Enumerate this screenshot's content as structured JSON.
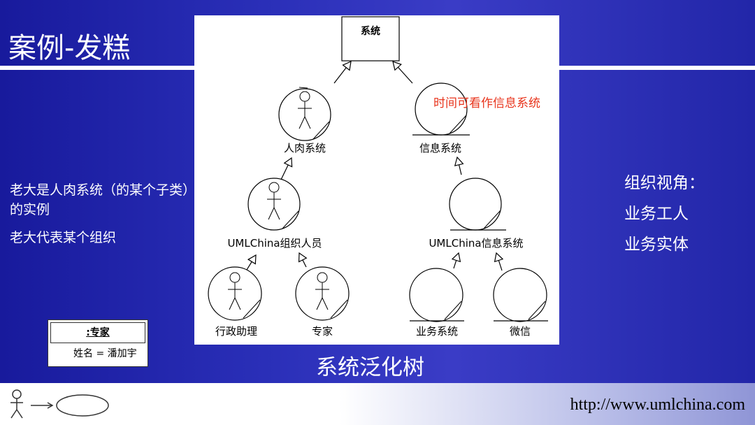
{
  "slide": {
    "title": "案例-发糕",
    "left_notes": [
      "老大是人肉系统（的某个子类）的实例",
      "老大代表某个组织"
    ],
    "right_notes": [
      "组织视角：",
      "业务工人",
      "业务实体"
    ],
    "caption": "系统泛化树",
    "url": "http://www.umlchina.com"
  },
  "diagram": {
    "root": "系统",
    "human_system": "人肉系统",
    "info_system": "信息系统",
    "annotation": "时间可看作信息系统",
    "uml_org_staff": "UMLChina组织人员",
    "uml_info_system": "UMLChina信息系统",
    "admin_assistant": "行政助理",
    "expert": "专家",
    "business_system": "业务系统",
    "wechat": "微信"
  },
  "object_box": {
    "header": ":专家",
    "attribute": "姓名 = 潘加宇"
  },
  "colors": {
    "annotation": "#e8341c",
    "background": "#2a2fb8"
  }
}
